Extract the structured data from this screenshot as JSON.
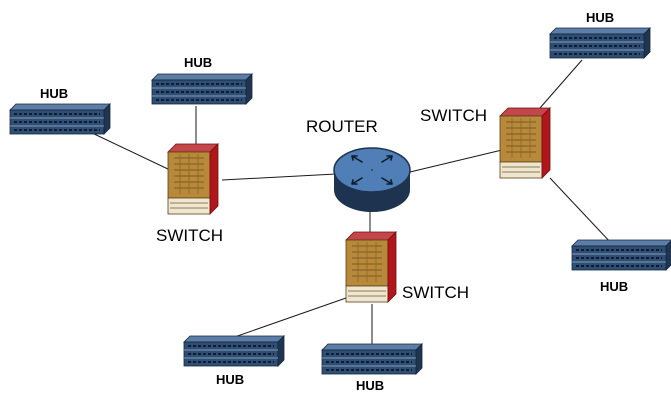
{
  "router": {
    "label": "ROUTER"
  },
  "switches": [
    {
      "id": "left",
      "label": "SWITCH"
    },
    {
      "id": "right",
      "label": "SWITCH"
    },
    {
      "id": "bottom",
      "label": "SWITCH"
    }
  ],
  "hubs": [
    {
      "id": "left-1",
      "label": "HUB"
    },
    {
      "id": "left-2",
      "label": "HUB"
    },
    {
      "id": "right-1",
      "label": "HUB"
    },
    {
      "id": "right-2",
      "label": "HUB"
    },
    {
      "id": "bottom-1",
      "label": "HUB"
    },
    {
      "id": "bottom-2",
      "label": "HUB"
    }
  ],
  "colors": {
    "hub_body": "#2f4e73",
    "hub_dark": "#16263c",
    "switch_gold": "#b8893a",
    "switch_red": "#b0161b",
    "router_fill": "#4f7fb6",
    "router_base": "#1d3350"
  }
}
